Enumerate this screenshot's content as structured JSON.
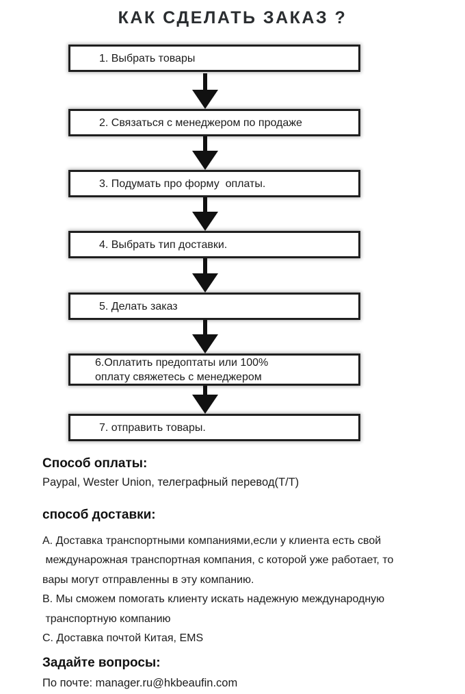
{
  "title": "КАК СДЕЛАТЬ ЗАКАЗ ?",
  "flow": {
    "steps": [
      {
        "line1": "1. Выбрать товары"
      },
      {
        "line1": "2. Связаться с менеджером по продаже"
      },
      {
        "line1": "3. Подумать про форму  оплаты."
      },
      {
        "line1": "4. Выбрать тип доставки."
      },
      {
        "line1": "5. Делать заказ"
      },
      {
        "line1": "6.Оплатить предоптаты или 100%",
        "line2": "оплату свяжетесь с менеджером"
      },
      {
        "line1": "7. отправить товары."
      }
    ]
  },
  "payment": {
    "heading": "Способ оплаты:",
    "body": "Paypal, Wester Union, телеграфный перевод(T/T)"
  },
  "delivery": {
    "heading": "способ доставки:",
    "lines": [
      "А. Доставка транспортными компаниями,если у клиента есть свой",
      " междунарожная транспортная компания, с которой уже работает, то",
      "вары могут отправленны в эту компанию.",
      "В. Мы сможем помогать клиенту искать надежную международную",
      " транспортную компанию",
      "С. Доставка почтой Китая, EMS"
    ]
  },
  "questions": {
    "heading": "Задайте вопросы:",
    "body": "По почте: manager.ru@hkbeaufin.com",
    "email": "manager.ru@hkbeaufin.com"
  },
  "colors": {
    "box_border": "#1f1f1f",
    "arrow": "#111111",
    "text": "#1c1c1c",
    "background": "#ffffff"
  }
}
